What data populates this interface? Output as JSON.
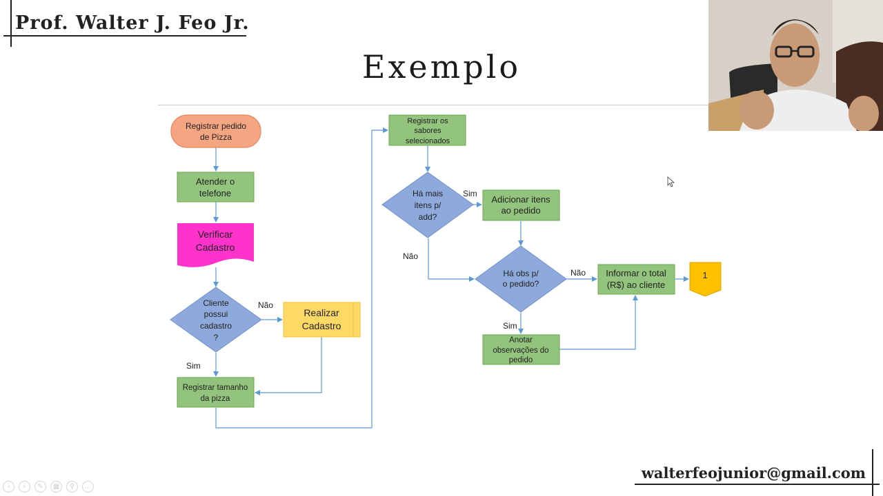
{
  "header": {
    "author": "Prof. Walter J. Feo Jr."
  },
  "slide": {
    "title": "Exemplo"
  },
  "footer": {
    "email": "walterfeojunior@gmail.com"
  },
  "flowchart": {
    "terminal_start": [
      "Registrar pedido",
      "de Pizza"
    ],
    "atender": [
      "Atender o",
      "telefone"
    ],
    "verificar": [
      "Verificar",
      "Cadastro"
    ],
    "decision_cliente": [
      "Cliente",
      "possui",
      "cadastro",
      "?"
    ],
    "realizar": [
      "Realizar",
      "Cadastro"
    ],
    "registrar_tamanho": [
      "Registrar tamanho",
      "da pizza"
    ],
    "registrar_sabores": [
      "Registrar os",
      "sabores",
      "selecionados"
    ],
    "decision_mais_itens": [
      "Há mais",
      "itens p/",
      "add?"
    ],
    "adicionar_itens": [
      "Adicionar itens",
      "ao pedido"
    ],
    "decision_obs": [
      "Há obs p/",
      "o pedido?"
    ],
    "informar_total": [
      "Informar o total",
      "(R$) ao cliente"
    ],
    "anotar": [
      "Anotar",
      "observações do",
      "pedido"
    ],
    "connector": "1",
    "labels": {
      "sim": "Sim",
      "nao": "Não"
    }
  },
  "colors": {
    "terminal": "#f4a582",
    "process": "#93c47d",
    "document": "#ff33cc",
    "decision": "#8ea9db",
    "manual": "#ffd966",
    "connector": "#ffc000",
    "arrow": "#5b9bd5"
  },
  "icons": [
    "prev-icon",
    "next-icon",
    "pen-icon",
    "slides-icon",
    "zoom-icon",
    "more-icon"
  ]
}
